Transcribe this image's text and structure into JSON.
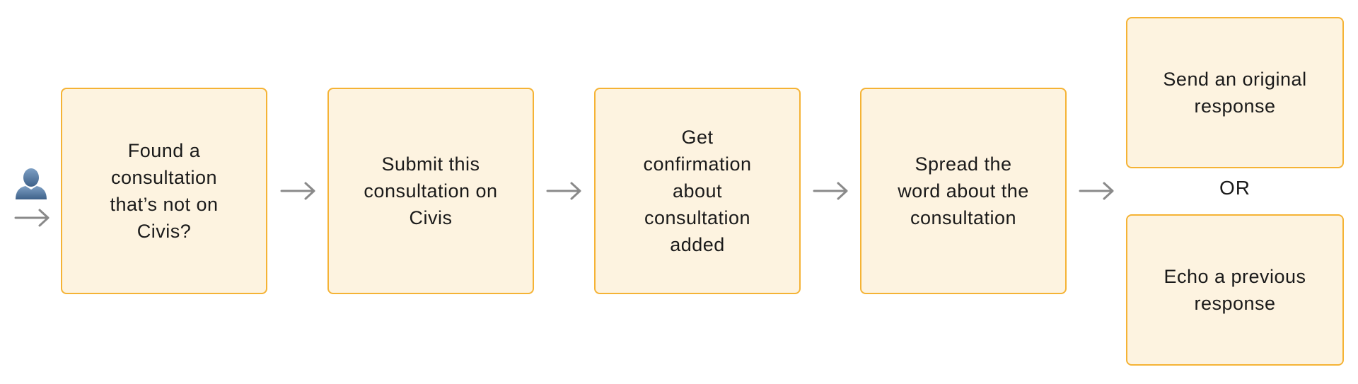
{
  "flow": {
    "step1": "Found a\nconsultation\nthat’s not on\nCivis?",
    "step2": "Submit this\nconsultation on\nCivis",
    "step3": "Get\nconfirmation\nabout\nconsultation\nadded",
    "step4": "Spread the\nword about the\nconsultation",
    "option_a": "Send an original\nresponse",
    "separator": "OR",
    "option_b": "Echo a previous\nresponse"
  },
  "icons": {
    "start": "user-icon",
    "connector": "arrow-right-icon"
  },
  "colors": {
    "box_fill": "#fdf3e0",
    "box_border": "#f5b335",
    "arrow": "#8a8a8a",
    "user_icon": "#4a6f96"
  }
}
